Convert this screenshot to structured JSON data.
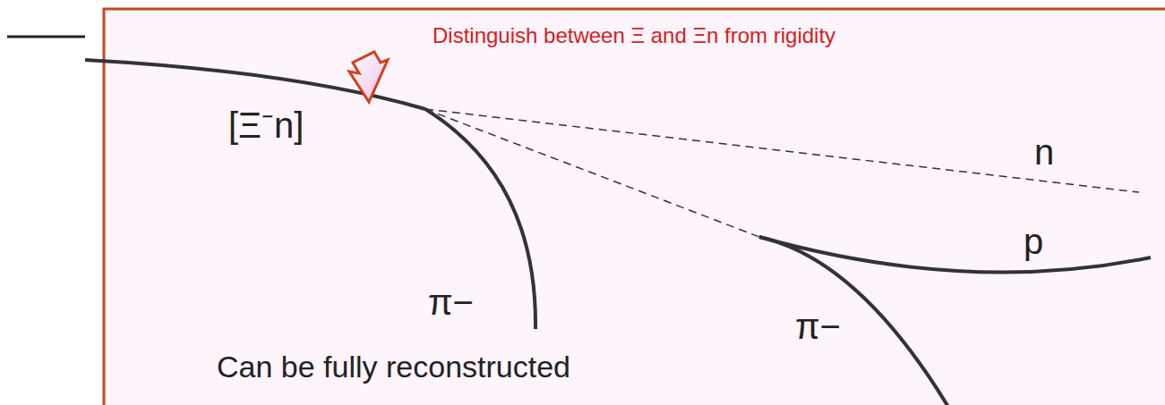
{
  "diagram": {
    "labels": [
      "Distinguish between Ξ and Ξn from rigidity",
      "[Ξ⁻n]",
      "π−",
      "n",
      "p",
      "π−",
      "Can be fully reconstructed"
    ]
  }
}
